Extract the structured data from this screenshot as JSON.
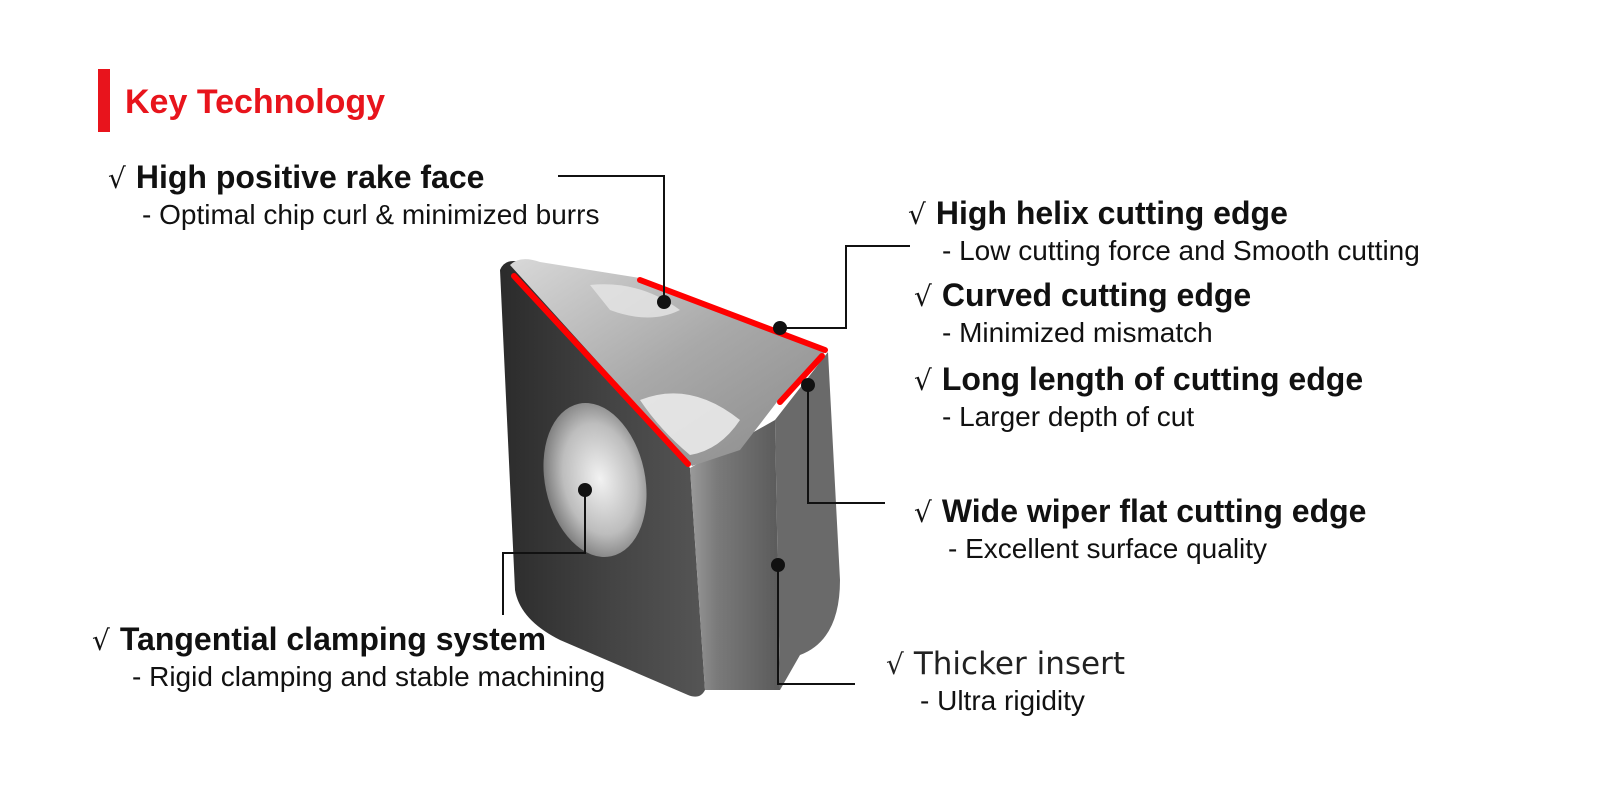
{
  "header": {
    "title": "Key Technology",
    "accent_color": "#e8141c"
  },
  "check_mark": "√",
  "features": [
    {
      "title": "High positive rake face",
      "desc": "- Optimal chip curl & minimized burrs"
    },
    {
      "title": "High helix cutting edge",
      "desc": "- Low cutting force and Smooth cutting"
    },
    {
      "title": "Curved cutting edge",
      "desc": "- Minimized mismatch"
    },
    {
      "title": "Long length of cutting edge",
      "desc": "- Larger depth of cut"
    },
    {
      "title": "Wide wiper flat cutting edge",
      "desc": "- Excellent surface quality"
    },
    {
      "title": "Tangential clamping system",
      "desc": "- Rigid clamping and stable machining"
    },
    {
      "title": "Thicker insert",
      "desc": "- Ultra rigidity"
    }
  ],
  "colors": {
    "edge_highlight": "#ff0000",
    "leader_line": "#111111",
    "insert_dark": "#3c3c3c",
    "insert_light": "#b9b9b9"
  }
}
